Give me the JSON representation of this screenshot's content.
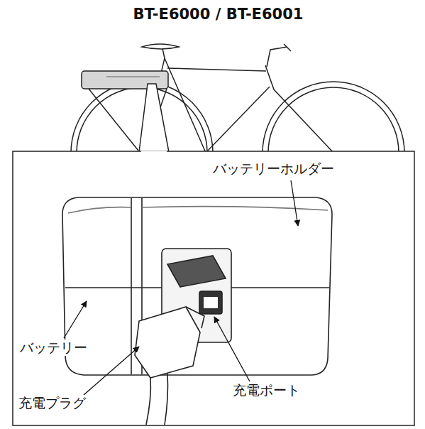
{
  "diagram": {
    "title": "BT-E6000 / BT-E6001",
    "labels": [
      "バッテリーホルダー",
      "バッテリー",
      "充電プラグ",
      "充電ポート"
    ]
  }
}
